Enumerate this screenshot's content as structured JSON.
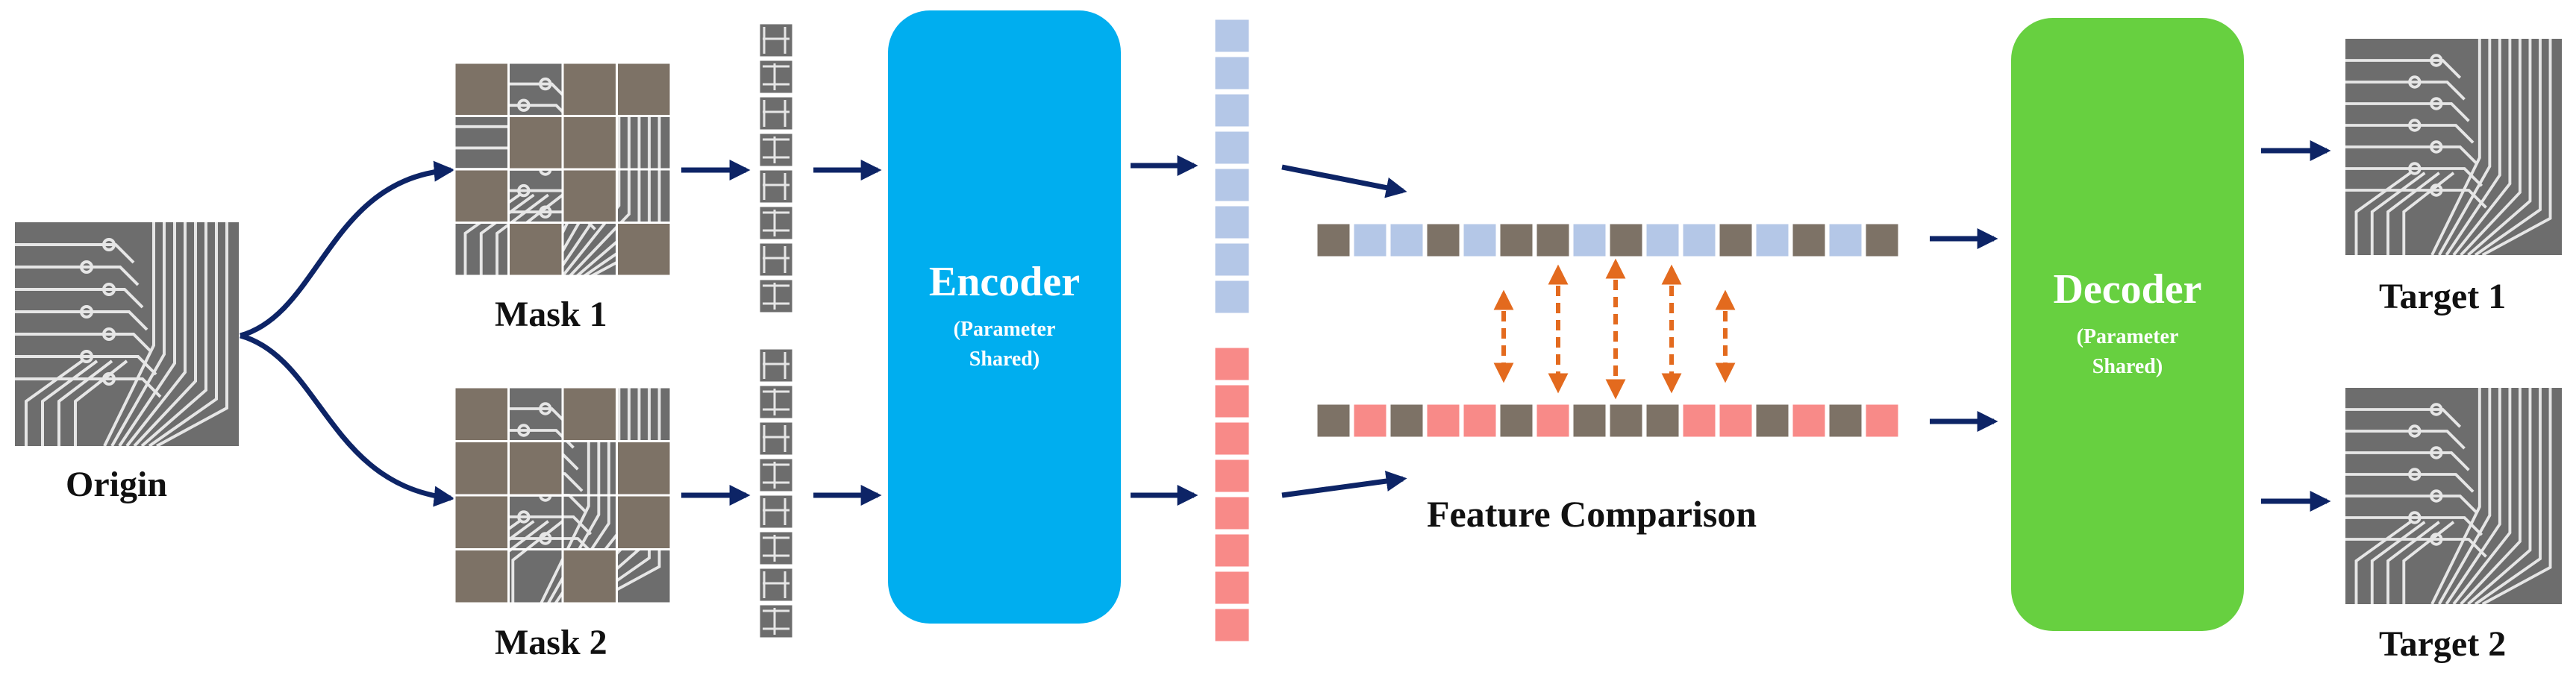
{
  "labels": {
    "origin": "Origin",
    "mask1": "Mask 1",
    "mask2": "Mask 2",
    "target1": "Target 1",
    "target2": "Target 2",
    "feature_comparison": "Feature Comparison"
  },
  "encoder": {
    "title": "Encoder",
    "sub_line1": "(Parameter",
    "sub_line2": "Shared)"
  },
  "decoder": {
    "title": "Decoder",
    "sub_line1": "(Parameter",
    "sub_line2": "Shared)"
  },
  "colors": {
    "arrow": "#0d2466",
    "encoder": "#00aeef",
    "decoder": "#67d040",
    "token_blue": "#b4c7e7",
    "token_red": "#f88a88",
    "token_gray": "#7d7266",
    "mask_patch": "#7d7266",
    "comparison_arrow": "#e36a1e",
    "pcb_bg": "#6d6d6d",
    "pcb_line": "#e6e6e6"
  },
  "mask1_pattern": [
    [
      1,
      0,
      1,
      1
    ],
    [
      0,
      1,
      1,
      0
    ],
    [
      1,
      0,
      1,
      0
    ],
    [
      0,
      1,
      0,
      1
    ]
  ],
  "mask2_pattern": [
    [
      1,
      0,
      1,
      0
    ],
    [
      1,
      1,
      0,
      1
    ],
    [
      1,
      0,
      0,
      1
    ],
    [
      1,
      0,
      1,
      0
    ]
  ],
  "seq1": [
    "g",
    "b",
    "b",
    "g",
    "b",
    "g",
    "g",
    "b",
    "g",
    "b",
    "b",
    "g",
    "b",
    "g",
    "b",
    "g"
  ],
  "seq2": [
    "g",
    "r",
    "g",
    "r",
    "r",
    "g",
    "r",
    "g",
    "g",
    "g",
    "r",
    "r",
    "g",
    "r",
    "g",
    "r"
  ]
}
